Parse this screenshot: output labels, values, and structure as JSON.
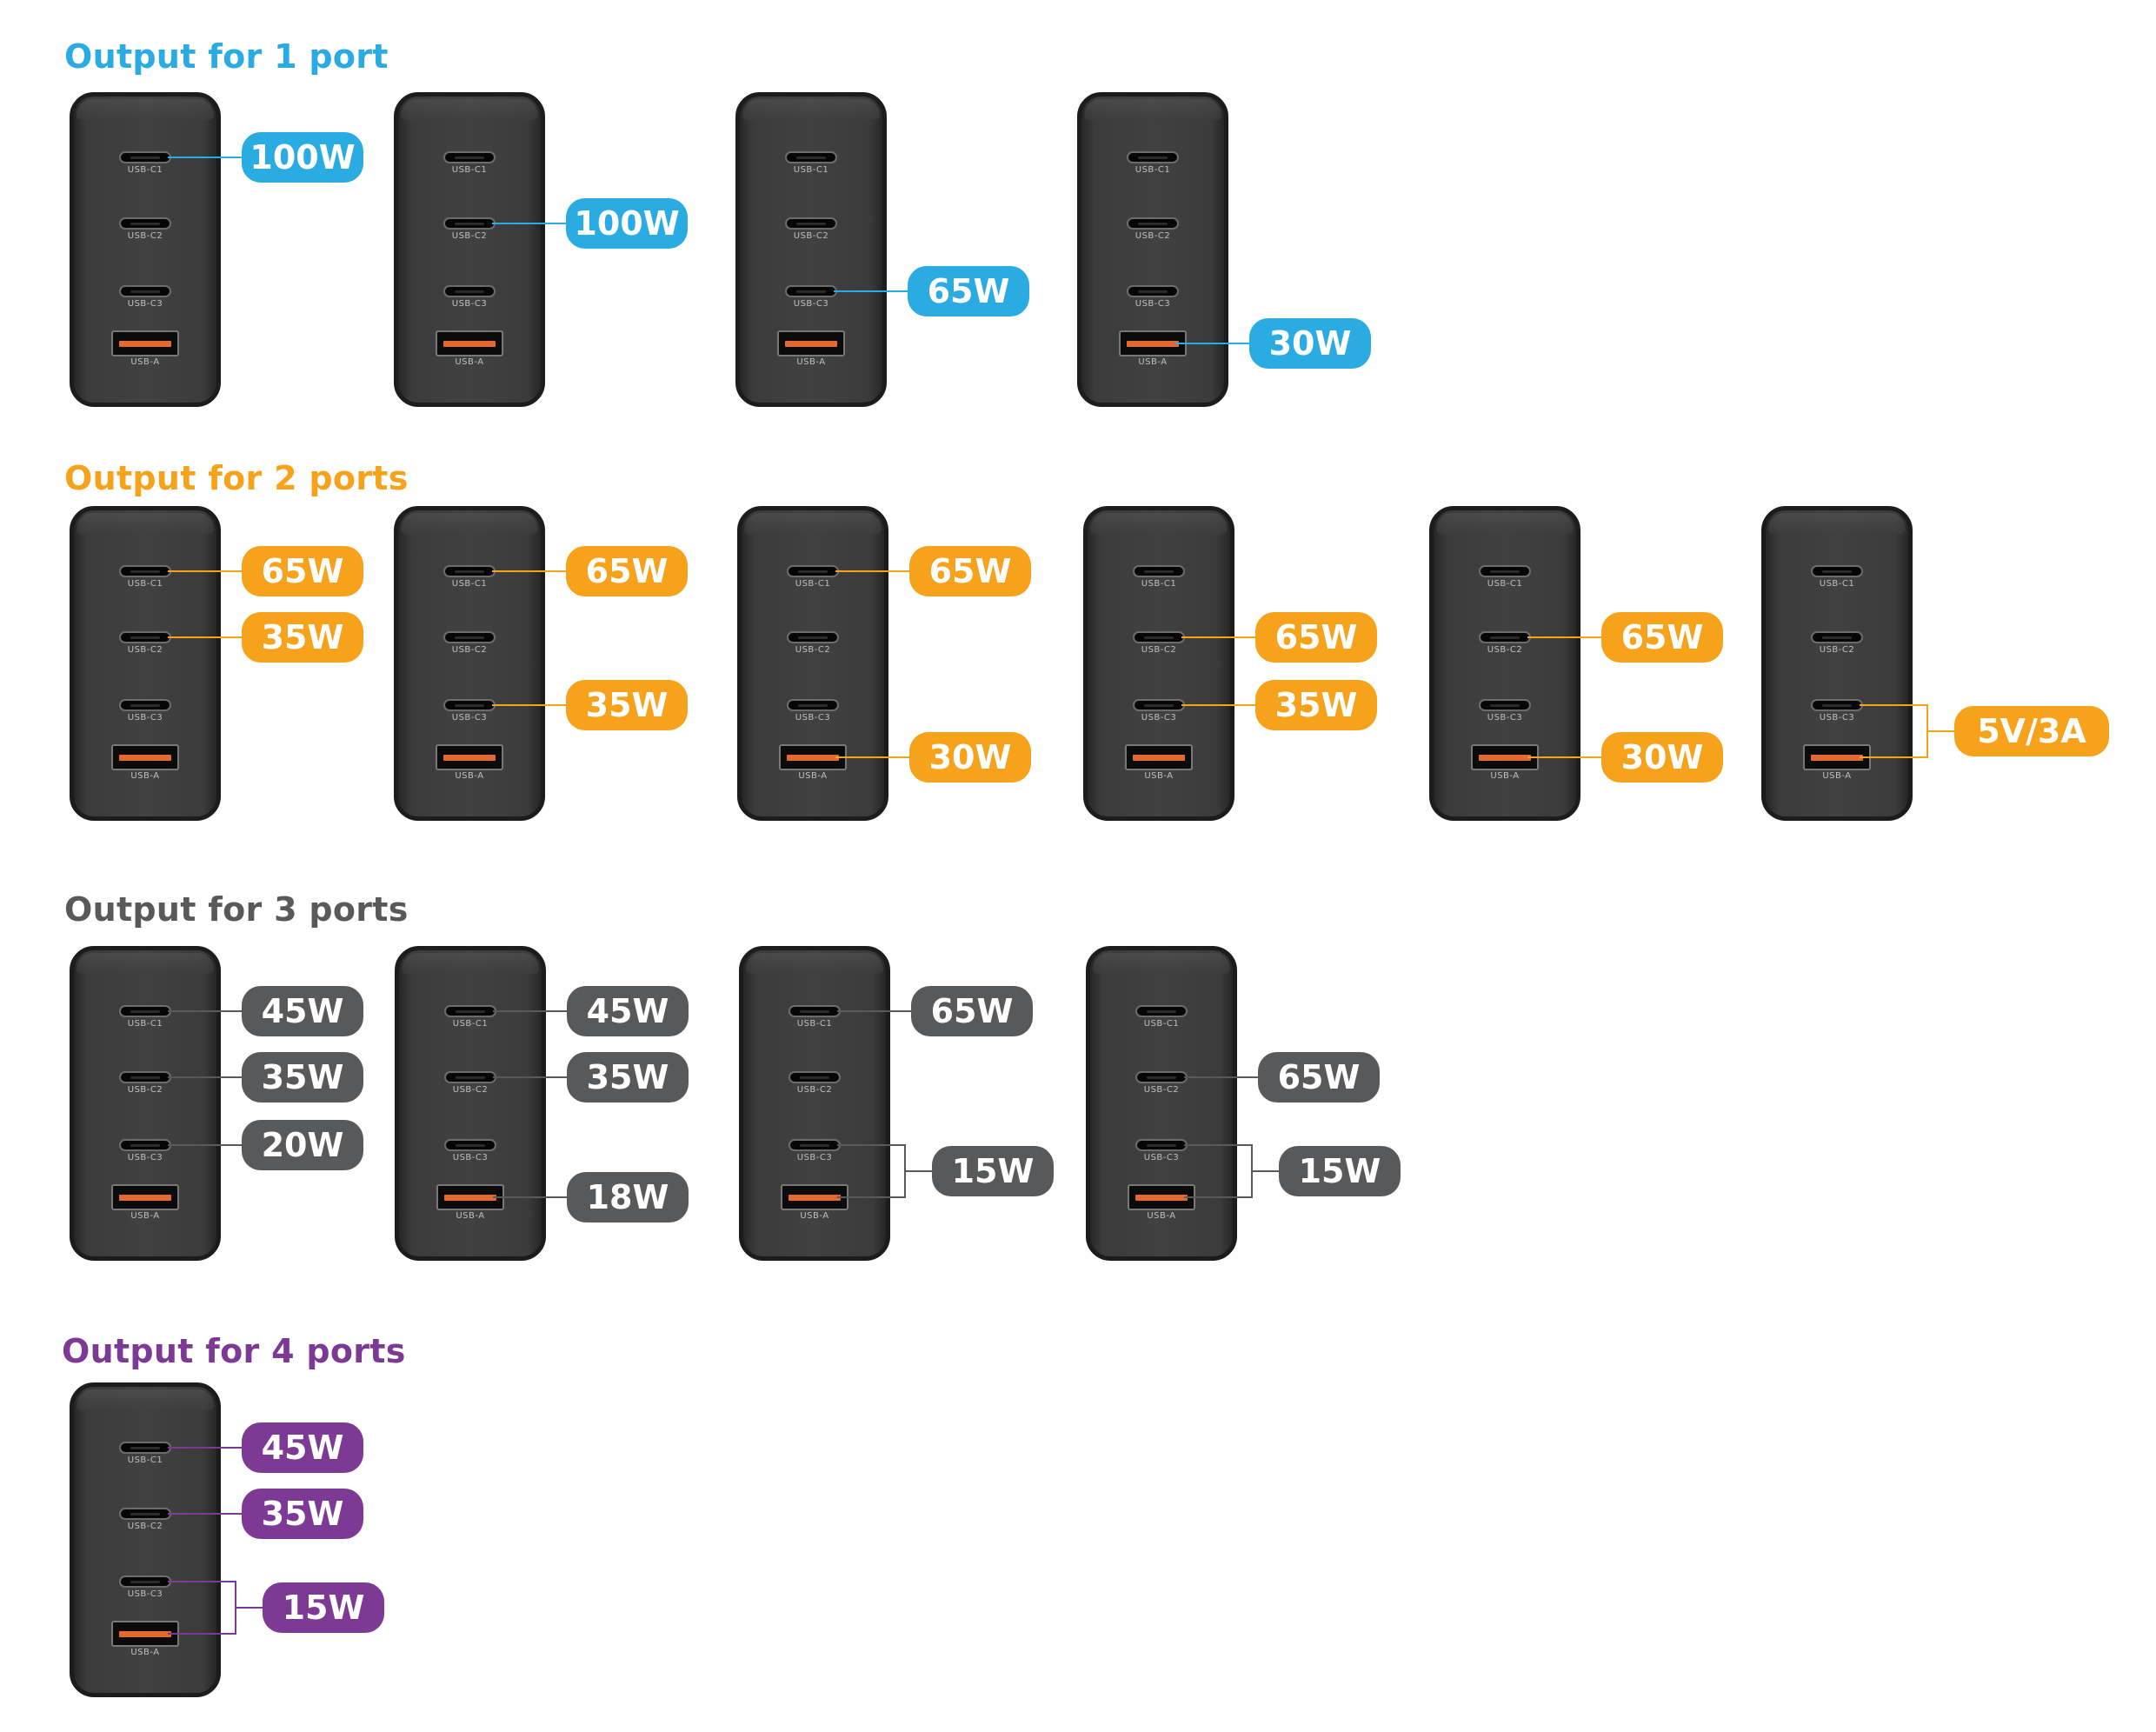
{
  "colors": {
    "one_port": "#2aabe2",
    "two_ports": "#f7a21b",
    "three_ports": "#58595b",
    "four_ports": "#7c3a94",
    "charger_body": "#3c3c3c",
    "usb_a_insert": "#e4692f"
  },
  "port_labels": [
    "USB-C1",
    "USB-C2",
    "USB-C3",
    "USB-A"
  ],
  "sections": [
    {
      "title": "Output for 1 port",
      "chargers": [
        {
          "outputs": [
            {
              "ports": [
                "USB-C1"
              ],
              "value": "100W"
            }
          ]
        },
        {
          "outputs": [
            {
              "ports": [
                "USB-C2"
              ],
              "value": "100W"
            }
          ]
        },
        {
          "outputs": [
            {
              "ports": [
                "USB-C3"
              ],
              "value": "65W"
            }
          ]
        },
        {
          "outputs": [
            {
              "ports": [
                "USB-A"
              ],
              "value": "30W"
            }
          ]
        }
      ]
    },
    {
      "title": "Output for 2 ports",
      "chargers": [
        {
          "outputs": [
            {
              "ports": [
                "USB-C1"
              ],
              "value": "65W"
            },
            {
              "ports": [
                "USB-C2"
              ],
              "value": "35W"
            }
          ]
        },
        {
          "outputs": [
            {
              "ports": [
                "USB-C1"
              ],
              "value": "65W"
            },
            {
              "ports": [
                "USB-C3"
              ],
              "value": "35W"
            }
          ]
        },
        {
          "outputs": [
            {
              "ports": [
                "USB-C1"
              ],
              "value": "65W"
            },
            {
              "ports": [
                "USB-A"
              ],
              "value": "30W"
            }
          ]
        },
        {
          "outputs": [
            {
              "ports": [
                "USB-C2"
              ],
              "value": "65W"
            },
            {
              "ports": [
                "USB-C3"
              ],
              "value": "35W"
            }
          ]
        },
        {
          "outputs": [
            {
              "ports": [
                "USB-C2"
              ],
              "value": "65W"
            },
            {
              "ports": [
                "USB-A"
              ],
              "value": "30W"
            }
          ]
        },
        {
          "outputs": [
            {
              "ports": [
                "USB-C3",
                "USB-A"
              ],
              "value": "5V/3A"
            }
          ]
        }
      ]
    },
    {
      "title": "Output for 3 ports",
      "chargers": [
        {
          "outputs": [
            {
              "ports": [
                "USB-C1"
              ],
              "value": "45W"
            },
            {
              "ports": [
                "USB-C2"
              ],
              "value": "35W"
            },
            {
              "ports": [
                "USB-C3"
              ],
              "value": "20W"
            }
          ]
        },
        {
          "outputs": [
            {
              "ports": [
                "USB-C1"
              ],
              "value": "45W"
            },
            {
              "ports": [
                "USB-C2"
              ],
              "value": "35W"
            },
            {
              "ports": [
                "USB-A"
              ],
              "value": "18W"
            }
          ]
        },
        {
          "outputs": [
            {
              "ports": [
                "USB-C1"
              ],
              "value": "65W"
            },
            {
              "ports": [
                "USB-C3",
                "USB-A"
              ],
              "value": "15W"
            }
          ]
        },
        {
          "outputs": [
            {
              "ports": [
                "USB-C2"
              ],
              "value": "65W"
            },
            {
              "ports": [
                "USB-C3",
                "USB-A"
              ],
              "value": "15W"
            }
          ]
        }
      ]
    },
    {
      "title": "Output for 4 ports",
      "chargers": [
        {
          "outputs": [
            {
              "ports": [
                "USB-C1"
              ],
              "value": "45W"
            },
            {
              "ports": [
                "USB-C2"
              ],
              "value": "35W"
            },
            {
              "ports": [
                "USB-C3",
                "USB-A"
              ],
              "value": "15W"
            }
          ]
        }
      ]
    }
  ]
}
